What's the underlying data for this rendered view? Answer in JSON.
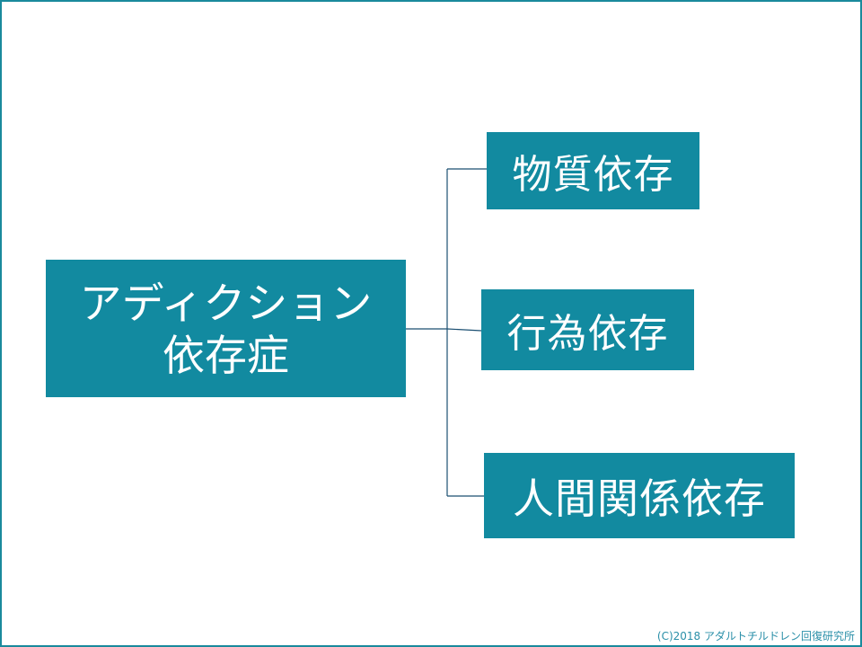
{
  "diagram": {
    "root": {
      "line1": "アディクション",
      "line2": "依存症"
    },
    "children": [
      {
        "label": "物質依存"
      },
      {
        "label": "行為依存"
      },
      {
        "label": "人間関係依存"
      }
    ],
    "colors": {
      "box_fill": "#128aa0",
      "box_text": "#ffffff",
      "connector": "#1b4f72",
      "frame": "#1a8a9c"
    }
  },
  "footer": {
    "copyright": "(C)2018 アダルトチルドレン回復研究所"
  }
}
